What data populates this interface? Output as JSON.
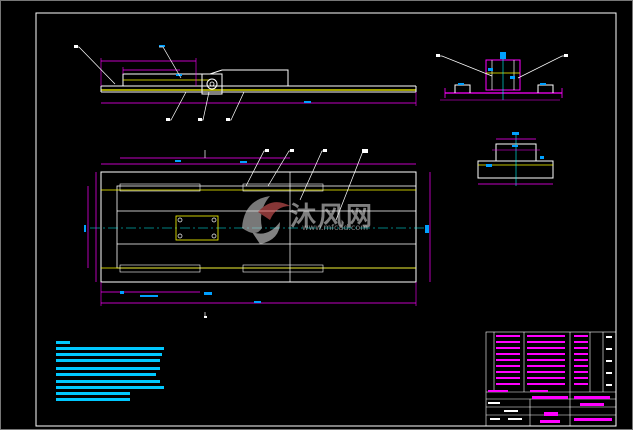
{
  "drawing": {
    "background": "#000000",
    "colors": {
      "frame": "#ffffff",
      "part_outline": "#ffffff",
      "dimension": "#ff00ff",
      "hidden_line": "#ffff00",
      "center_line": "#00ffff",
      "dimension_text": "#00a0ff",
      "leader": "#ffffff",
      "note_block": "#00c8ff",
      "title_block_fill": "#ff00ff"
    },
    "views": [
      "top-elevation-view",
      "side-section-view",
      "end-detail-view",
      "plan-view"
    ],
    "icons": [
      "watermark-logo-icon"
    ]
  },
  "watermark": {
    "brand_text": "沐风网",
    "url_text": "www.mfcad.com"
  }
}
